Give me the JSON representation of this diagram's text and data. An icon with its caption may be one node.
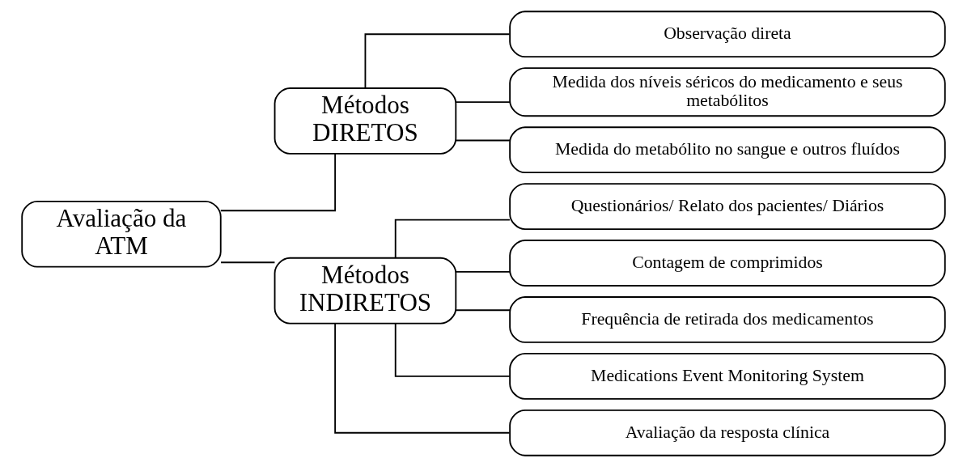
{
  "diagram": {
    "nodes": [
      {
        "text": [
          "Avaliação da ATM"
        ]
      },
      {
        "text": [
          "Métodos DIRETOS"
        ]
      },
      {
        "text": [
          "Métodos INDIRETOS"
        ]
      },
      {
        "text": [
          "Observação direta"
        ]
      },
      {
        "text": [
          "Medida dos níveis séricos do medicamento e seus metabólitos"
        ]
      },
      {
        "text": [
          "Medida do metabólito no sangue e outros fluídos"
        ]
      },
      {
        "text": [
          "Questionários/ Relato dos pacientes/ Diários"
        ]
      },
      {
        "text": [
          "Contagem de comprimidos"
        ]
      },
      {
        "text": [
          "Frequência de retirada dos medicamentos"
        ]
      },
      {
        "text": [
          "Medications Event Monitoring System"
        ]
      },
      {
        "text": [
          "Avaliação da resposta clínica"
        ]
      }
    ],
    "edges": [
      {
        "from": 0,
        "to": 1,
        "arrow": "none"
      },
      {
        "from": 0,
        "to": 2,
        "arrow": "none"
      },
      {
        "from": 1,
        "to": 3,
        "arrow": "none"
      },
      {
        "from": 1,
        "to": 4,
        "arrow": "none"
      },
      {
        "from": 1,
        "to": 5,
        "arrow": "none"
      },
      {
        "from": 2,
        "to": 6,
        "arrow": "none"
      },
      {
        "from": 2,
        "to": 7,
        "arrow": "none"
      },
      {
        "from": 2,
        "to": 8,
        "arrow": "none"
      },
      {
        "from": 2,
        "to": 9,
        "arrow": "none"
      },
      {
        "from": 2,
        "to": 10,
        "arrow": "none"
      }
    ]
  }
}
